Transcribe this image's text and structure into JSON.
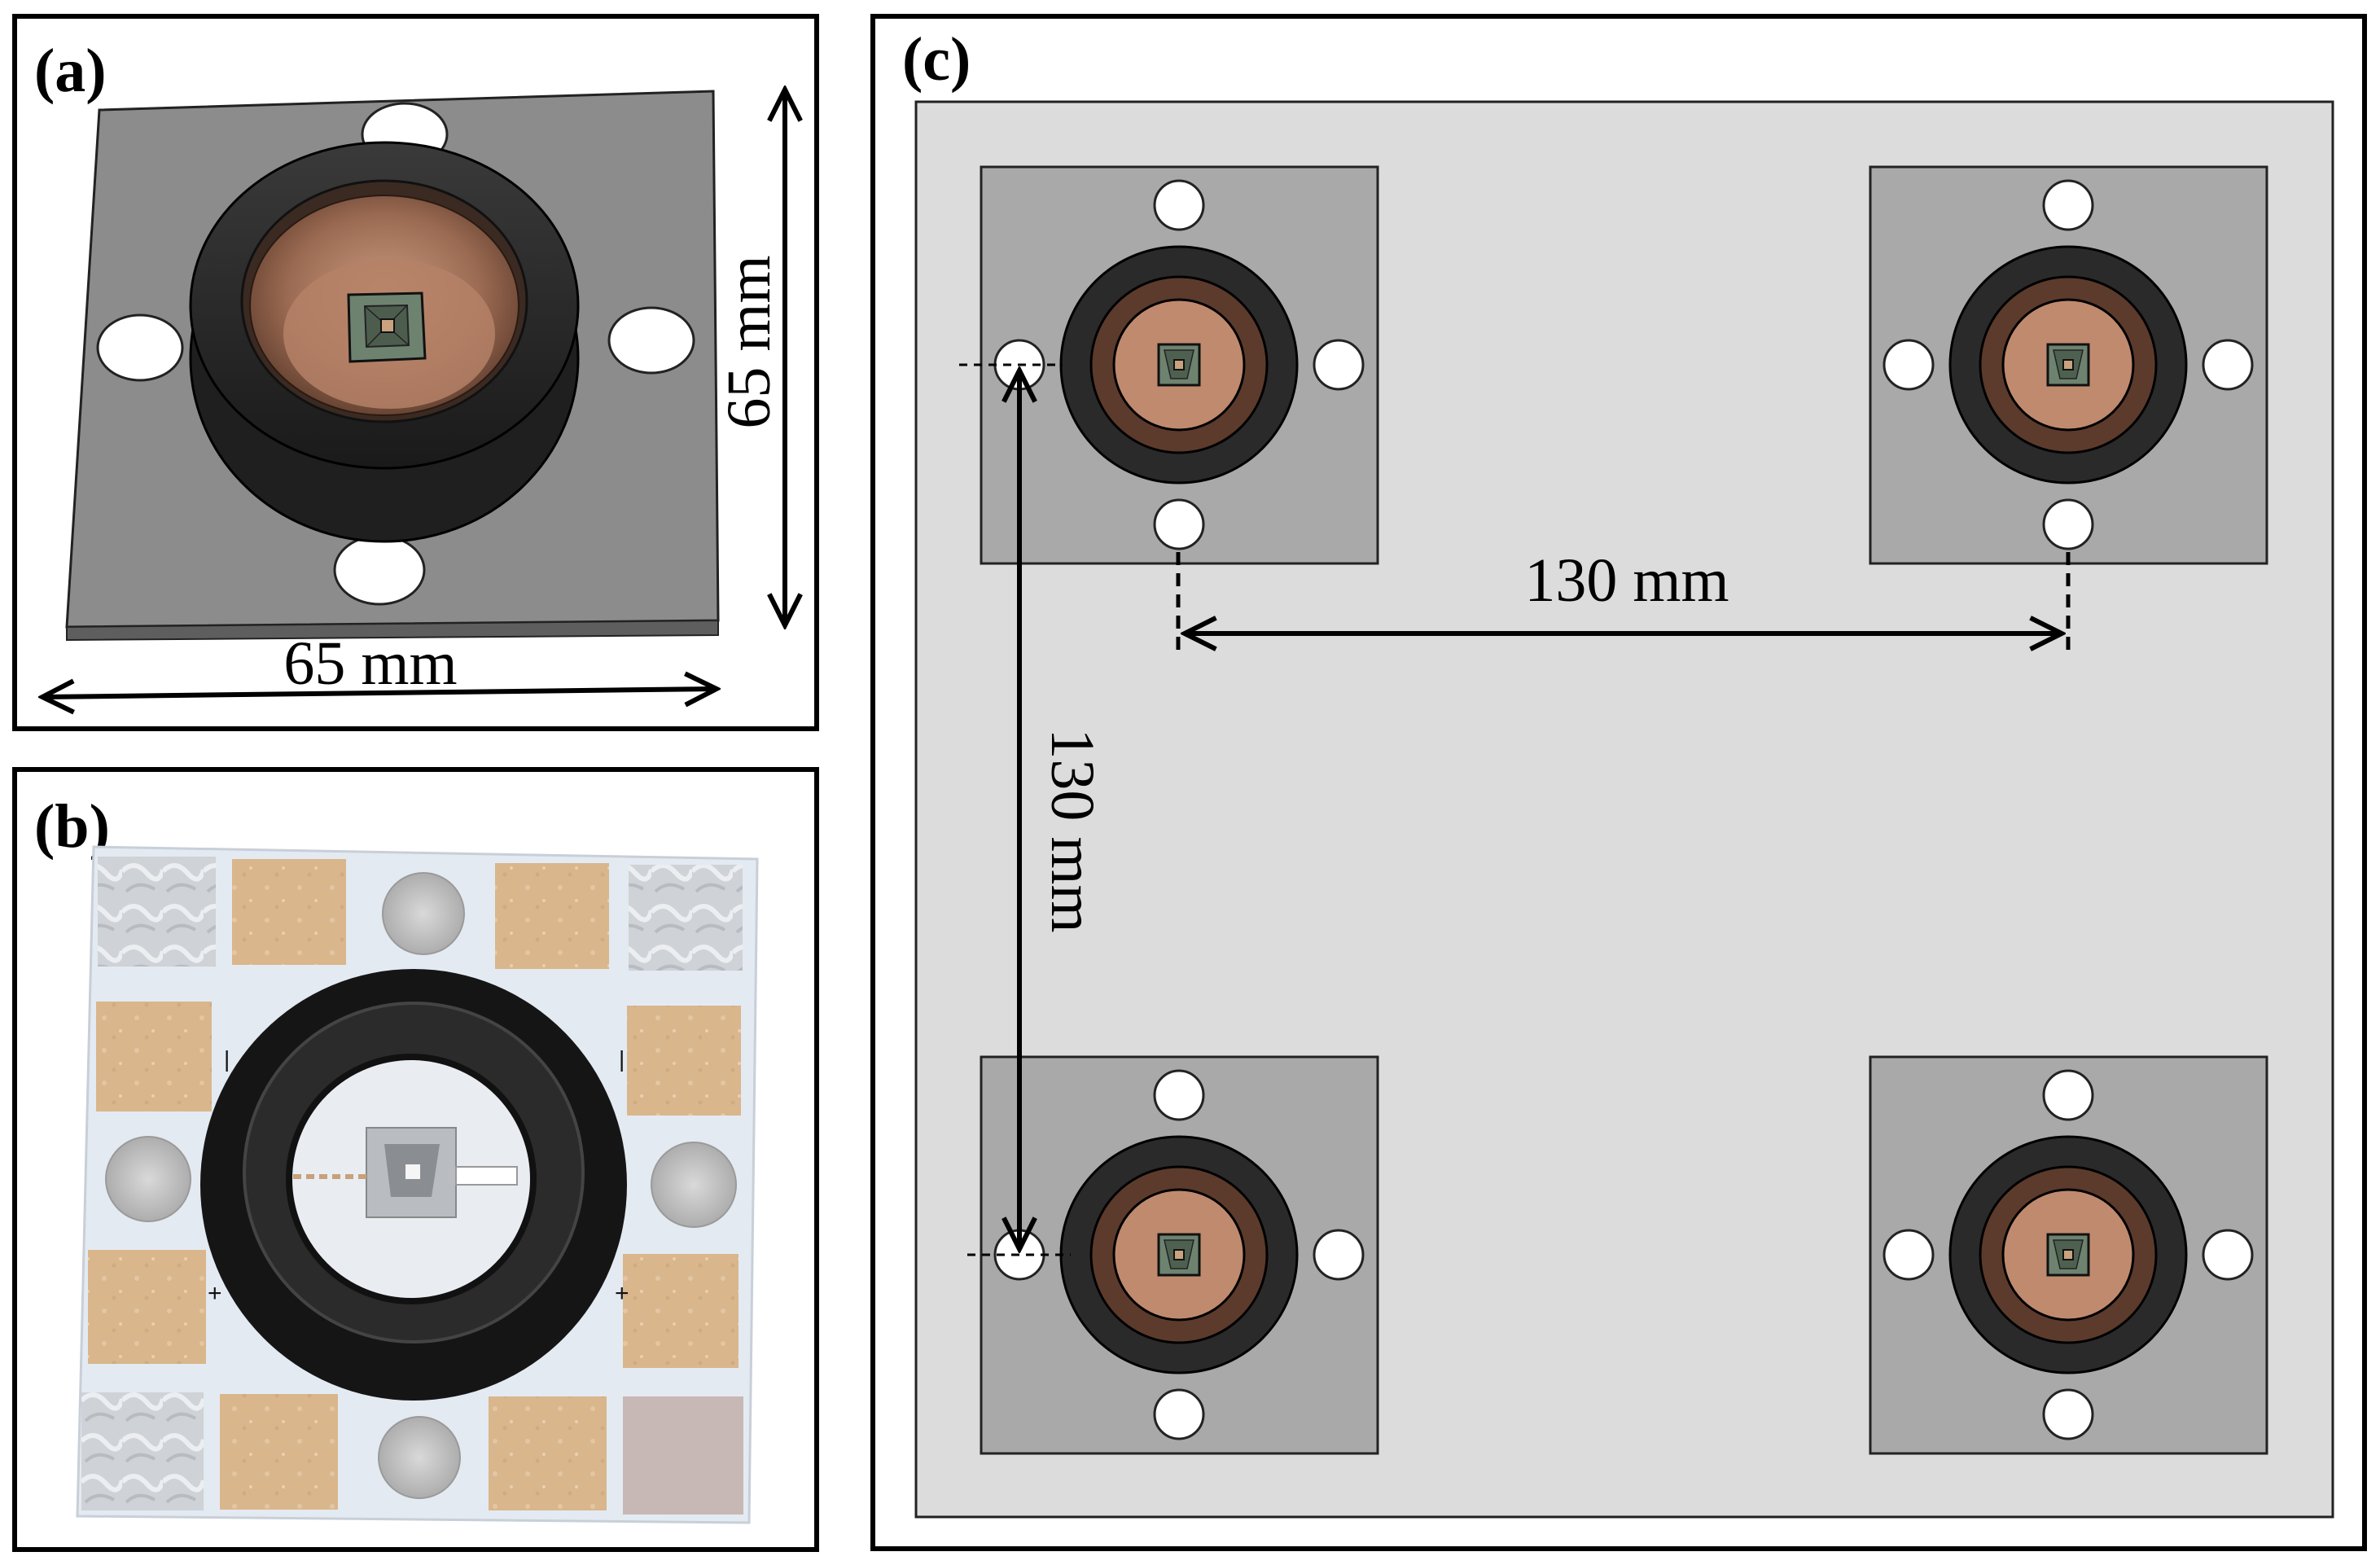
{
  "panels": {
    "a": {
      "label": "(a)",
      "dim_vertical": "65 mm",
      "dim_horizontal": "65 mm"
    },
    "b": {
      "label": "(b)"
    },
    "c": {
      "label": "(c)",
      "dim_horizontal": "130 mm",
      "dim_vertical": "130 mm"
    }
  },
  "colors": {
    "plate_dark_gray": "#8c8c8c",
    "base_light_gray": "#dcdcdc",
    "module_gray": "#a9a9a9",
    "ring_black": "#2a2a2a",
    "cup_brown": "#6b4634",
    "cell_copper": "#c08a6f",
    "chip_green": "#6e8270",
    "pcb_white": "#e6ecf3",
    "pad_gold": "#d8b58a",
    "pad_silver": "#d4d6d8"
  }
}
